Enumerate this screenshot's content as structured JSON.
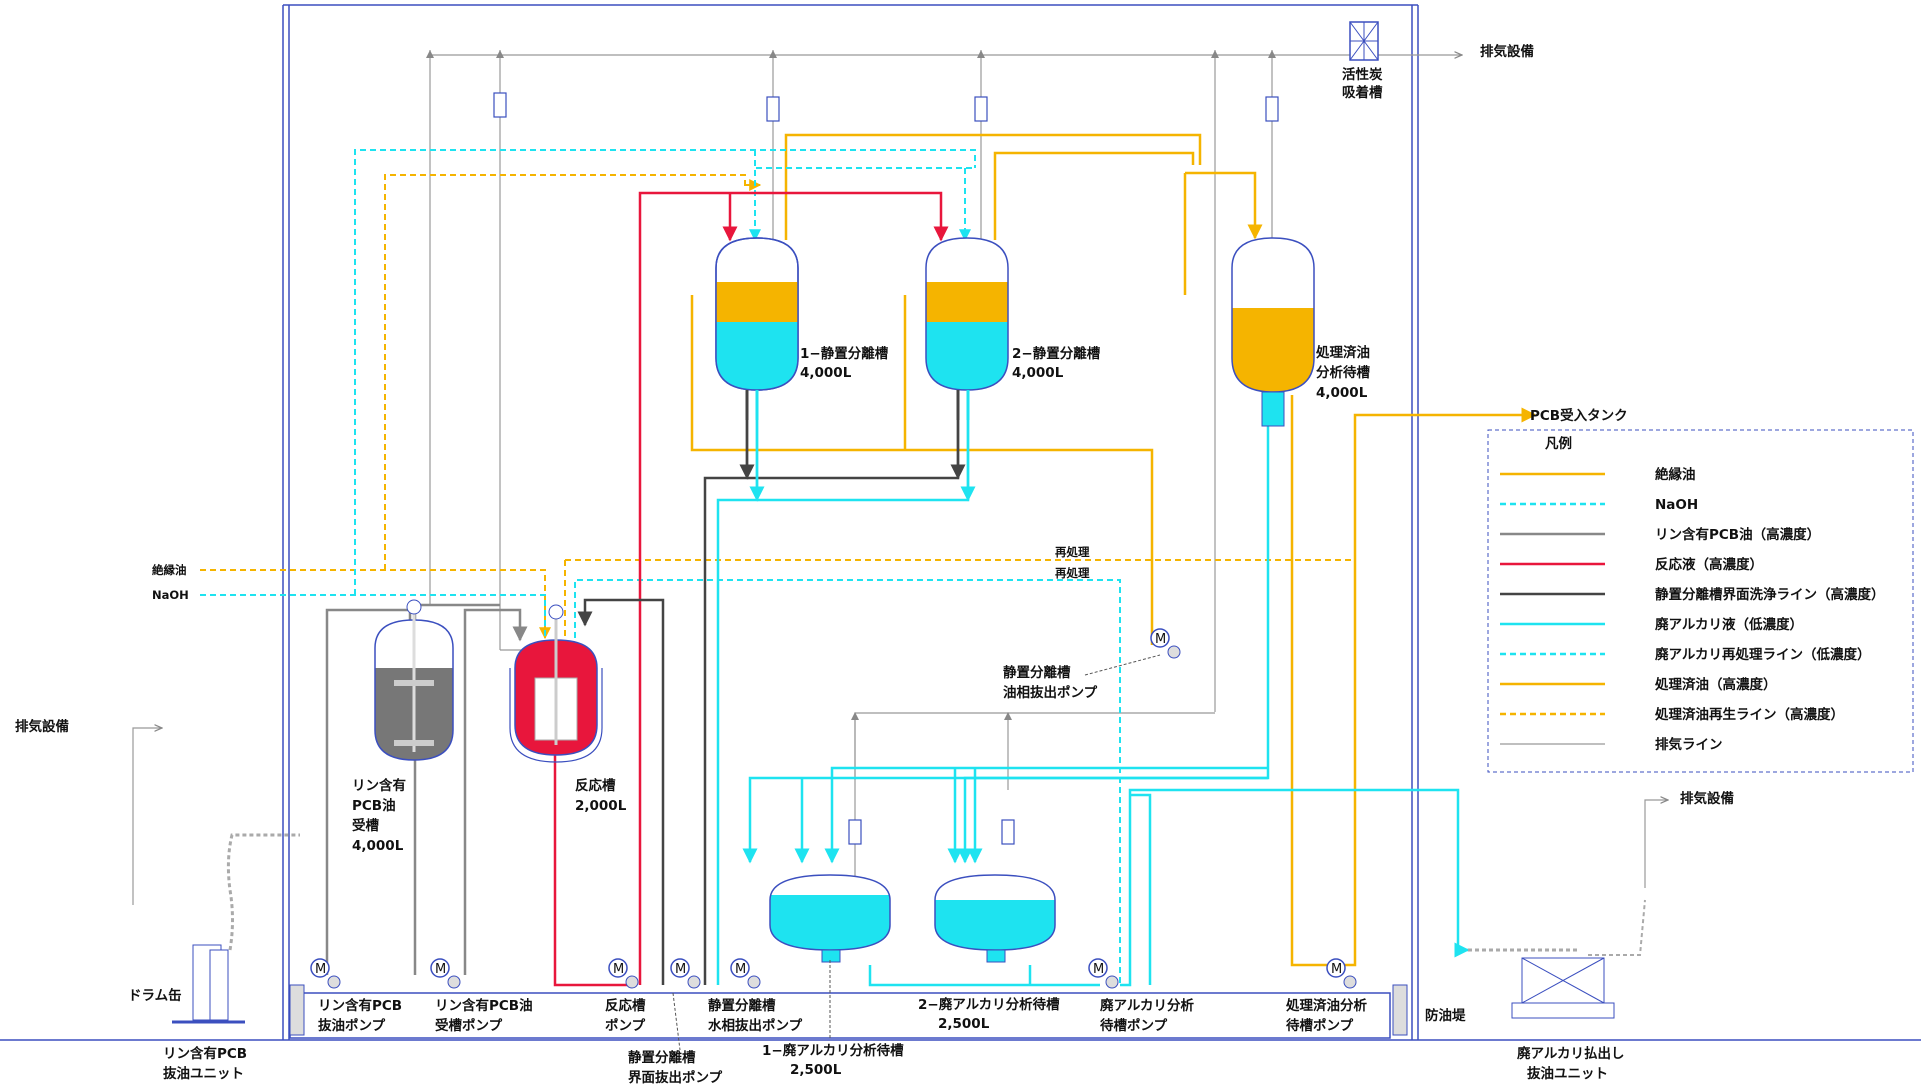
{
  "colors": {
    "insulating_oil": "#f5b400",
    "naoh": "#1ee3f0",
    "pcb_oil": "#888888",
    "reaction": "#e8163c",
    "wash": "#444444",
    "waste_alkali": "#1ee3f0",
    "treated_oil": "#f5b400",
    "exhaust": "#999999",
    "wall": "#3b4fbf"
  },
  "exhaust": {
    "top": "排気設備",
    "left": "排気設備",
    "right": "排気設備"
  },
  "carbon": {
    "line1": "活性炭",
    "line2": "吸着槽"
  },
  "tanks": {
    "settle1": {
      "name": "1−静置分離槽",
      "capacity": "4,000L"
    },
    "settle2": {
      "name": "2−静置分離槽",
      "capacity": "4,000L"
    },
    "treated": {
      "name1": "処理済油",
      "name2": "分析待槽",
      "capacity": "4,000L"
    },
    "pcb_receive": {
      "name1": "リン含有",
      "name2": "PCB油",
      "name3": "受槽",
      "capacity": "4,000L"
    },
    "reactor": {
      "name": "反応槽",
      "capacity": "2,000L"
    },
    "waste1": {
      "name": "1−廃アルカリ分析待槽",
      "capacity": "2,500L"
    },
    "waste2": {
      "name": "2−廃アルカリ分析待槽",
      "capacity": "2,500L"
    }
  },
  "inputs": {
    "oil": "絶縁油",
    "naoh": "NaOH",
    "rework1": "再処理",
    "rework2": "再処理"
  },
  "outputs": {
    "pcb_tank": "PCB受入タンク"
  },
  "pumps": {
    "oil_phase": {
      "line1": "静置分離槽",
      "line2": "油相抜出ポンプ"
    },
    "pcb_extract": {
      "line1": "リン含有PCB",
      "line2": "抜油ポンプ"
    },
    "pcb_receive": {
      "line1": "リン含有PCB油",
      "line2": "受槽ポンプ"
    },
    "reactor": {
      "line1": "反応槽",
      "line2": "ポンプ"
    },
    "water_phase": {
      "line1": "静置分離槽",
      "line2": "水相抜出ポンプ"
    },
    "interface": {
      "line1": "静置分離槽",
      "line2": "界面抜出ポンプ"
    },
    "waste_analysis": {
      "line1": "廃アルカリ分析",
      "line2": "待槽ポンプ"
    },
    "treated_analysis": {
      "line1": "処理済油分析",
      "line2": "待槽ポンプ"
    }
  },
  "units": {
    "drum": "ドラム缶",
    "pcb_unit1": "リン含有PCB",
    "pcb_unit2": "抜油ユニット",
    "alkali_unit1": "廃アルカリ払出し",
    "alkali_unit2": "抜油ユニット",
    "dike": "防油堤"
  },
  "motor": "M",
  "legend": {
    "title": "凡例",
    "items": [
      {
        "label": "絶縁油",
        "color": "#f5b400",
        "style": "solid"
      },
      {
        "label": "NaOH",
        "color": "#1ee3f0",
        "style": "dashed"
      },
      {
        "label": "リン含有PCB油（高濃度）",
        "color": "#888888",
        "style": "solid"
      },
      {
        "label": "反応液（高濃度）",
        "color": "#e8163c",
        "style": "solid"
      },
      {
        "label": "静置分離槽界面洗浄ライン（高濃度）",
        "color": "#444444",
        "style": "solid"
      },
      {
        "label": "廃アルカリ液（低濃度）",
        "color": "#1ee3f0",
        "style": "solid"
      },
      {
        "label": "廃アルカリ再処理ライン（低濃度）",
        "color": "#1ee3f0",
        "style": "dashed"
      },
      {
        "label": "処理済油（高濃度）",
        "color": "#f5b400",
        "style": "solid"
      },
      {
        "label": "処理済油再生ライン（高濃度）",
        "color": "#f5b400",
        "style": "dashed"
      },
      {
        "label": "排気ライン",
        "color": "#999999",
        "style": "thin"
      }
    ]
  }
}
